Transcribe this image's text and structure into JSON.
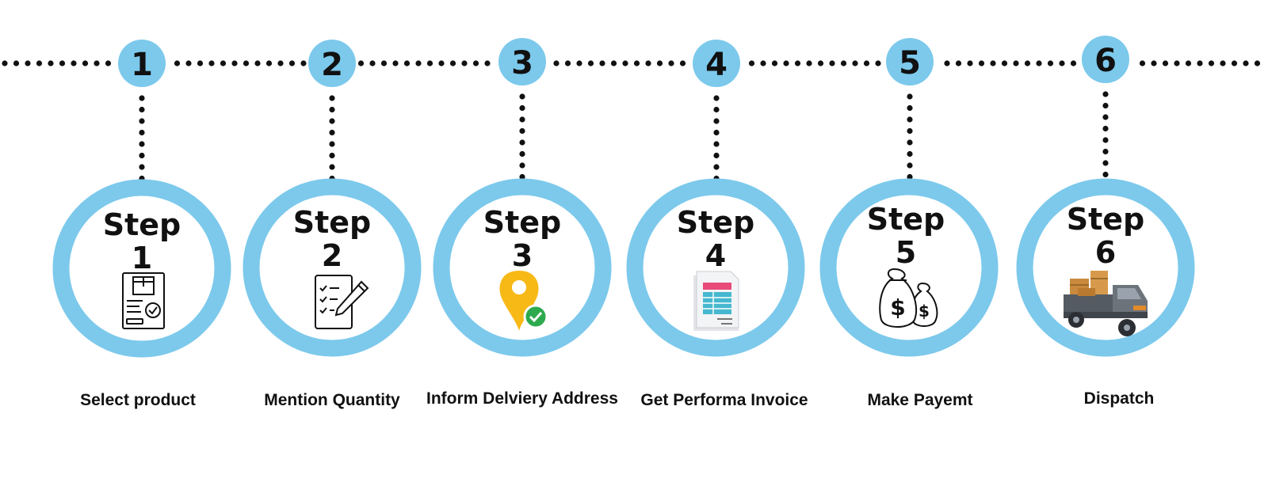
{
  "colors": {
    "accent": "#7cc9ec",
    "dots": "#111111",
    "text": "#111111"
  },
  "steps": [
    {
      "number": "1",
      "title": "Step",
      "label": "1",
      "caption": "Select product",
      "icon": "product-box-icon"
    },
    {
      "number": "2",
      "title": "Step",
      "label": "2",
      "caption": "Mention Quantity",
      "icon": "checklist-pen-icon"
    },
    {
      "number": "3",
      "title": "Step",
      "label": "3",
      "caption": "Inform Delviery Address",
      "icon": "location-pin-check-icon"
    },
    {
      "number": "4",
      "title": "Step",
      "label": "4",
      "caption": "Get Performa Invoice",
      "icon": "invoice-document-icon"
    },
    {
      "number": "5",
      "title": "Step",
      "label": "5",
      "caption": "Make Payemt",
      "icon": "money-bags-icon"
    },
    {
      "number": "6",
      "title": "Step",
      "label": "6",
      "caption": "Dispatch",
      "icon": "delivery-truck-icon"
    }
  ]
}
